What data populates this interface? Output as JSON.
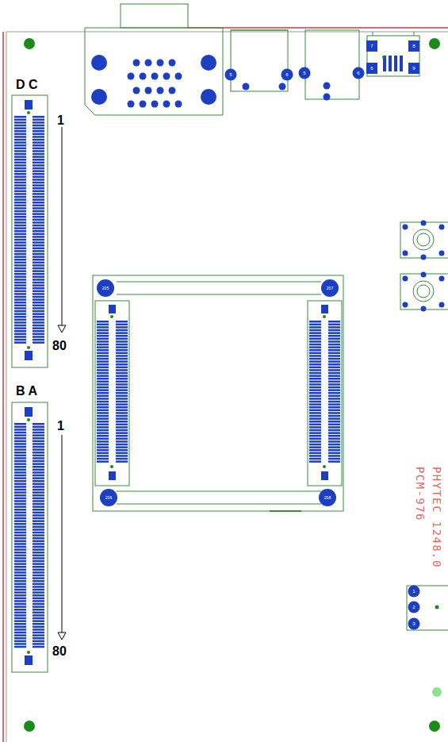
{
  "diagram": {
    "labels": [
      "D C",
      "1",
      "80",
      "B A",
      "1",
      "80",
      "205",
      "207",
      "206",
      "208",
      "5",
      "6",
      "5",
      "6",
      "7",
      "8",
      "6",
      "9",
      "1",
      "2",
      "3",
      "PHYTEC 1248.0",
      "PCM-976"
    ]
  }
}
